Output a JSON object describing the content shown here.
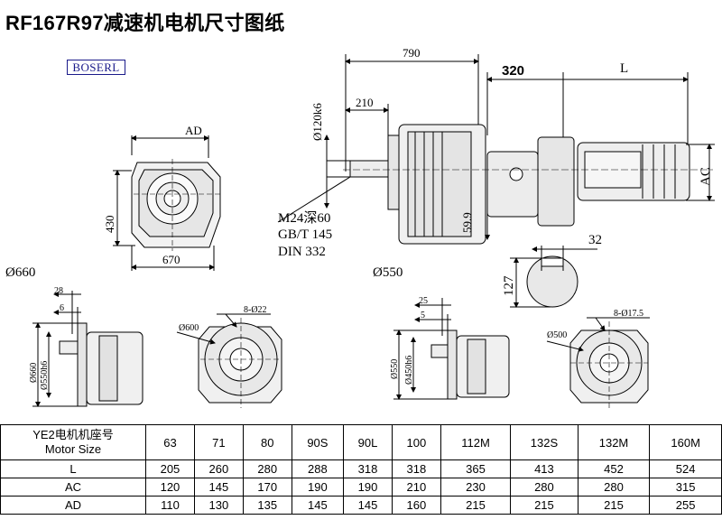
{
  "title": "RF167R97减速机电机尺寸图纸",
  "brand": "BOSERL",
  "drawing": {
    "dim_790": "790",
    "dim_320": "320",
    "dim_L": "L",
    "dim_210": "210",
    "dim_120": "Ø120k6",
    "dim_AD": "AD",
    "dim_430": "430",
    "dim_670": "670",
    "dim_AC": "AC",
    "dim_59_9": "59.9",
    "dim_32": "32",
    "dim_127": "127",
    "note_m24": "M24深60",
    "note_gbt": "GB/T 145",
    "note_din": "DIN 332",
    "flange_left": {
      "title": "Ø660",
      "d28": "28",
      "d6": "6",
      "d660": "Ø660",
      "d550": "Ø550h6",
      "d600": "Ø600",
      "holes": "8-Ø22"
    },
    "flange_right": {
      "title": "Ø550",
      "d25": "25",
      "d5": "5",
      "d550": "Ø550",
      "d450": "Ø450h6",
      "d500": "Ø500",
      "holes": "8-Ø17.5"
    }
  },
  "table": {
    "header_label_line1": "YE2电机机座号",
    "header_label_line2": "Motor Size",
    "sizes": [
      "63",
      "71",
      "80",
      "90S",
      "90L",
      "100",
      "112M",
      "132S",
      "132M",
      "160M"
    ],
    "rows": [
      {
        "label": "L",
        "values": [
          "205",
          "260",
          "280",
          "288",
          "318",
          "318",
          "365",
          "413",
          "452",
          "524"
        ]
      },
      {
        "label": "AC",
        "values": [
          "120",
          "145",
          "170",
          "190",
          "190",
          "210",
          "230",
          "280",
          "280",
          "315"
        ]
      },
      {
        "label": "AD",
        "values": [
          "110",
          "130",
          "135",
          "145",
          "145",
          "160",
          "215",
          "215",
          "215",
          "255"
        ]
      }
    ]
  }
}
